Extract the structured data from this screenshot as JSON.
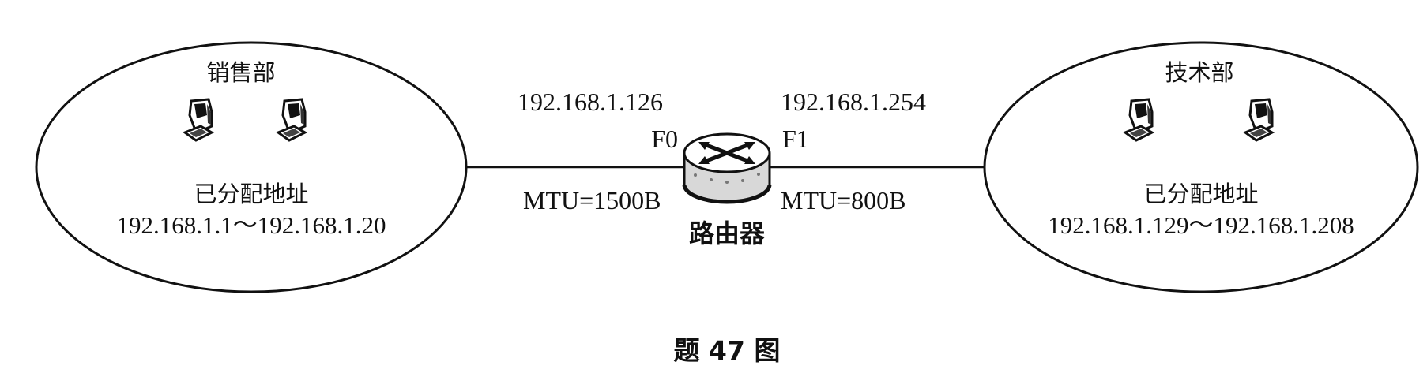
{
  "departments": {
    "left": {
      "name": "销售部",
      "assigned_label": "已分配地址",
      "range": "192.168.1.1～192.168.1.20",
      "hosts": [
        "pc-icon",
        "pc-icon"
      ]
    },
    "right": {
      "name": "技术部",
      "assigned_label": "已分配地址",
      "range": "192.168.1.129～192.168.1.208",
      "hosts": [
        "pc-icon",
        "pc-icon"
      ]
    }
  },
  "router": {
    "name": "路由器",
    "icon": "router-icon",
    "ports": {
      "f0": {
        "label": "F0",
        "ip": "192.168.1.126",
        "mtu": "MTU=1500B"
      },
      "f1": {
        "label": "F1",
        "ip": "192.168.1.254",
        "mtu": "MTU=800B"
      }
    }
  },
  "caption": "题 47 图"
}
